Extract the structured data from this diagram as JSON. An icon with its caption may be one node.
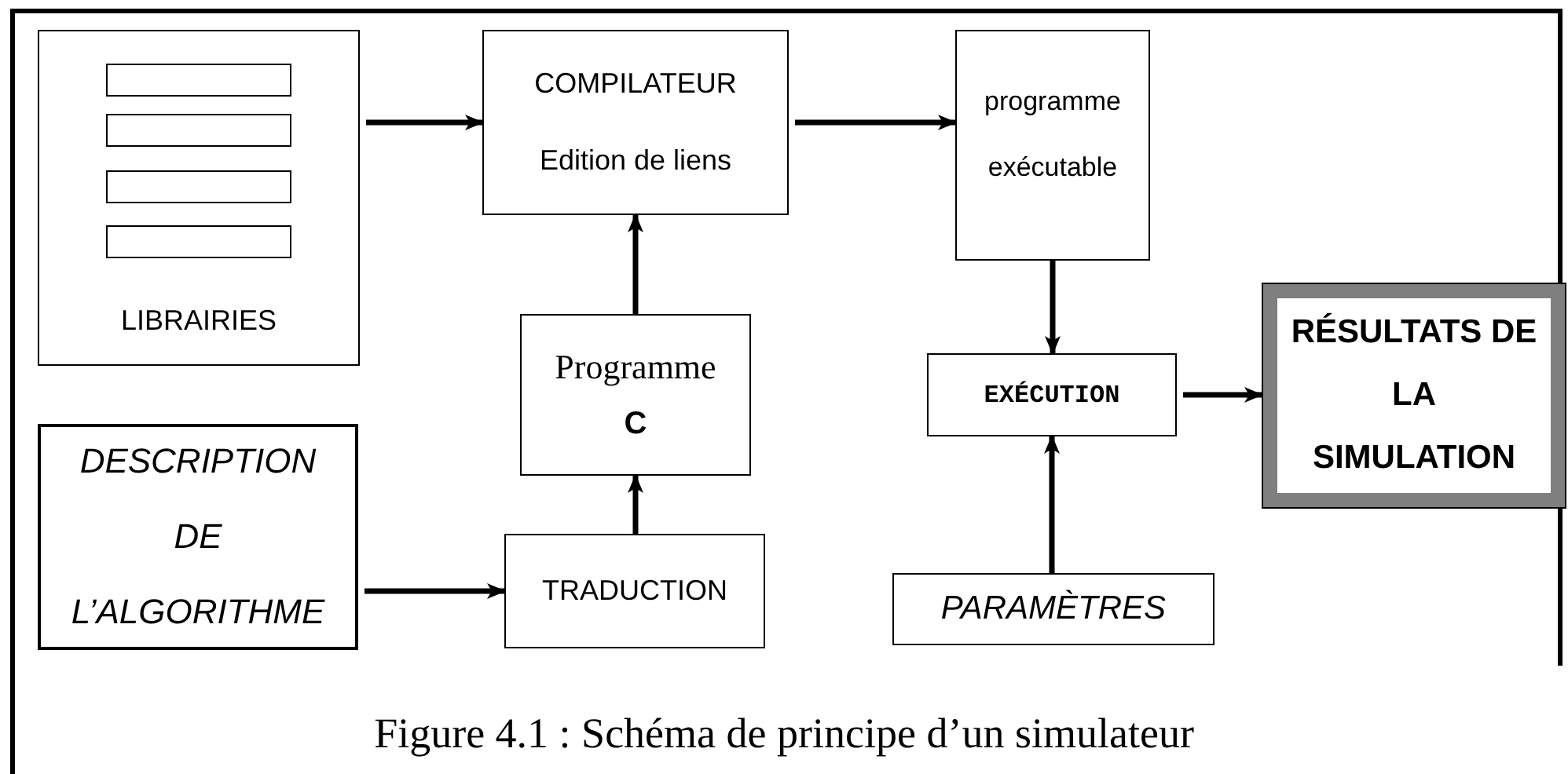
{
  "diagram": {
    "caption": "Figure 4.1 : Schéma de principe d’un simulateur",
    "nodes": [
      {
        "text": [
          "LIBRAIRIES"
        ]
      },
      {
        "text": [
          "COMPILATEUR",
          "Edition de liens"
        ]
      },
      {
        "text": [
          "programme exécutable"
        ]
      },
      {
        "text": [
          "Programme",
          "C"
        ]
      },
      {
        "text": [
          "DESCRIPTION DE L’ALGORITHME"
        ]
      },
      {
        "text": [
          "TRADUCTION"
        ]
      },
      {
        "text": [
          "EXÉCUTION"
        ]
      },
      {
        "text": [
          "RÉSULTATS DE LA SIMULATION"
        ]
      },
      {
        "text": [
          "PARAMÈTRES"
        ]
      }
    ],
    "edges": [
      {
        "from": 0,
        "to": 1,
        "arrow": "to"
      },
      {
        "from": 1,
        "to": 2,
        "arrow": "to"
      },
      {
        "from": 3,
        "to": 1,
        "arrow": "to"
      },
      {
        "from": 5,
        "to": 3,
        "arrow": "to"
      },
      {
        "from": 4,
        "to": 5,
        "arrow": "to"
      },
      {
        "from": 2,
        "to": 6,
        "arrow": "to"
      },
      {
        "from": 6,
        "to": 7,
        "arrow": "to"
      },
      {
        "from": 8,
        "to": 6,
        "arrow": "to"
      }
    ]
  }
}
